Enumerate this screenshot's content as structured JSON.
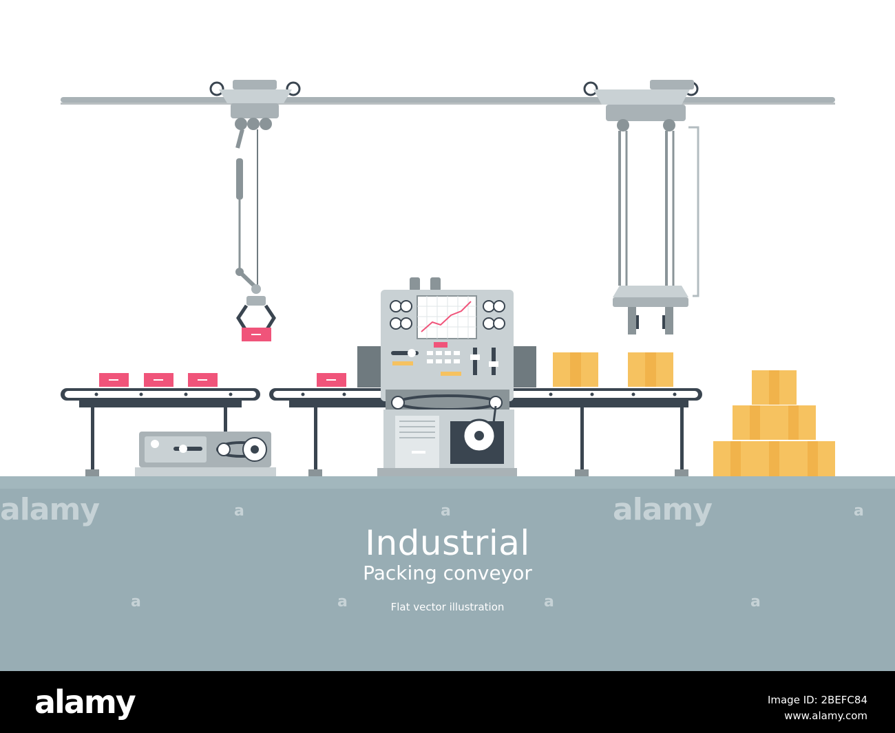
{
  "scene": {
    "title": "Industrial",
    "subtitle": "Packing conveyor",
    "caption": "Flat vector illustration"
  },
  "watermarks": {
    "big": "alamy",
    "small": "a"
  },
  "footer": {
    "brand": "alamy",
    "image_id": "Image ID: 2BEFC84",
    "site": "www.alamy.com"
  },
  "colors": {
    "floor": "#98adb4",
    "steel": "#a9b2b6",
    "steel_dark": "#8a9498",
    "panel": "#c9d1d4",
    "belt": "#3a4550",
    "pink": "#f0547a",
    "box": "#f6c260",
    "footer": "#000000"
  }
}
